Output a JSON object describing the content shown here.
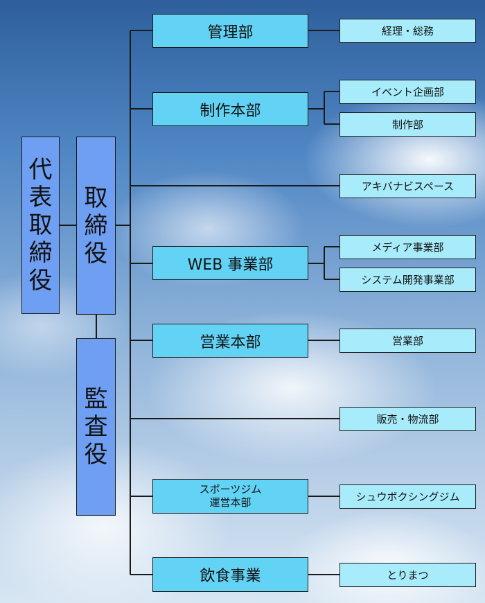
{
  "executives": {
    "ceo_label": [
      "代",
      "表",
      "取",
      "締",
      "役"
    ],
    "director_label": [
      "取",
      "締",
      "役"
    ],
    "auditor_label": [
      "監",
      "査",
      "役"
    ]
  },
  "departments": {
    "management": {
      "label": "管理部",
      "units": [
        "経理・総務"
      ]
    },
    "production": {
      "label": "制作本部",
      "units": [
        "イベント企画部",
        "制作部"
      ]
    },
    "akiba_space": {
      "label": "アキバナビスペース"
    },
    "web": {
      "label": "WEB 事業部",
      "units": [
        "メディア事業部",
        "システム開発事業部"
      ]
    },
    "sales": {
      "label": "営業本部",
      "units": [
        "営業部"
      ]
    },
    "logistics": {
      "label": "販売・物流部"
    },
    "sports": {
      "label_line1": "スポーツジム",
      "label_line2": "運営本部",
      "units": [
        "シュウボクシングジム"
      ]
    },
    "food": {
      "label": "飲食事業",
      "units": [
        "とりまつ"
      ]
    }
  },
  "colors": {
    "executive_box": "#6f9ff2",
    "department_box": "#63d3f5",
    "unit_box": "#a8ecfb",
    "connector": "#1a1a1a"
  }
}
